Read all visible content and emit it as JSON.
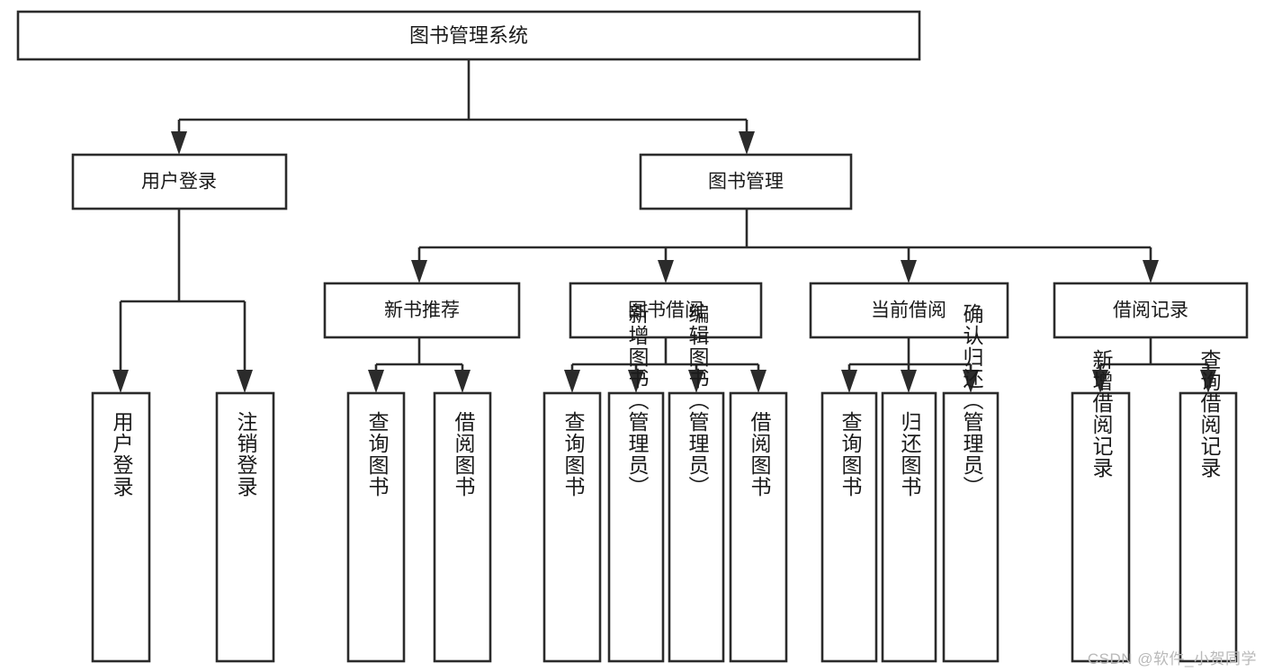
{
  "diagram": {
    "type": "tree-flowchart",
    "title_node": {
      "label": "图书管理系统"
    },
    "level2": [
      {
        "id": "user-login",
        "label": "用户登录"
      },
      {
        "id": "book-management",
        "label": "图书管理"
      }
    ],
    "level3": [
      {
        "id": "new-book-recommend",
        "label": "新书推荐"
      },
      {
        "id": "book-borrow",
        "label": "图书借阅"
      },
      {
        "id": "current-borrow",
        "label": "当前借阅"
      },
      {
        "id": "borrow-record",
        "label": "借阅记录"
      }
    ],
    "leaves": {
      "user_login": [
        {
          "id": "leaf-user-login",
          "label": "用户登录"
        },
        {
          "id": "leaf-logout-login",
          "label": "注销登录"
        }
      ],
      "new_book_recommend": [
        {
          "id": "leaf-query-book-1",
          "label": "查询图书"
        },
        {
          "id": "leaf-borrow-book-1",
          "label": "借阅图书"
        }
      ],
      "book_borrow": [
        {
          "id": "leaf-query-book-2",
          "label": "查询图书"
        },
        {
          "id": "leaf-add-book",
          "label": "新增图书（管理员）"
        },
        {
          "id": "leaf-edit-book",
          "label": "编辑图书（管理员）"
        },
        {
          "id": "leaf-borrow-book-2",
          "label": "借阅图书"
        }
      ],
      "current_borrow": [
        {
          "id": "leaf-query-book-3",
          "label": "查询图书"
        },
        {
          "id": "leaf-return-book",
          "label": "归还图书"
        },
        {
          "id": "leaf-confirm-return",
          "label": "确认归还（管理员）"
        }
      ],
      "borrow_record": [
        {
          "id": "leaf-add-record",
          "label": "新增借阅记录"
        },
        {
          "id": "leaf-query-record",
          "label": "查询借阅记录"
        }
      ]
    }
  },
  "watermark": {
    "text": "CSDN @软件_小贺同学"
  },
  "colors": {
    "box_stroke": "#2b2b2b",
    "box_fill": "#ffffff",
    "text": "#1a1a1a",
    "watermark": "#b9b9b9",
    "page_background": "#ffffff"
  }
}
